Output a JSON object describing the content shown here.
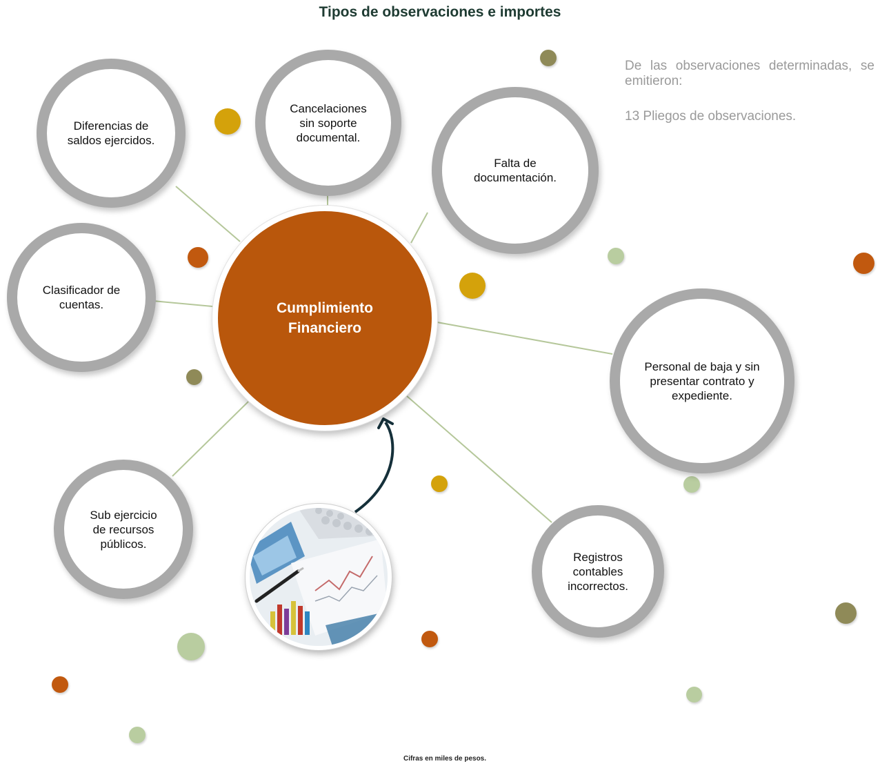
{
  "title": "Tipos de observaciones e importes",
  "center": {
    "label": "Cumplimiento\nFinanciero",
    "color": "#b9570c"
  },
  "nodes": [
    {
      "id": "diferencias",
      "label": "Diferencias de\nsaldos ejercidos."
    },
    {
      "id": "cancelaciones",
      "label": "Cancelaciones\nsin soporte\ndocumental."
    },
    {
      "id": "falta",
      "label": "Falta de\ndocumentación."
    },
    {
      "id": "clasificador",
      "label": "Clasificador de\ncuentas."
    },
    {
      "id": "personal",
      "label": "Personal de baja y sin\npresentar contrato y\nexpediente."
    },
    {
      "id": "sub-ejercicio",
      "label": "Sub ejercicio\nde recursos\npúblicos."
    },
    {
      "id": "registros",
      "label": "Registros\ncontables\nincorrectos."
    }
  ],
  "notes": {
    "line1": "De las observaciones determinadas, se emitieron:",
    "line2": "13 Pliegos de observaciones."
  },
  "footnote": "Cifras en miles de pesos.",
  "colors": {
    "ring": "#a9a9a9",
    "connector": "#b5c79a",
    "dot_orange": "#c1590f",
    "dot_gold": "#d4a20b",
    "dot_olive": "#8f8a58",
    "dot_sage": "#b9cda0"
  },
  "image": {
    "icon": "financial-charts-photo"
  }
}
